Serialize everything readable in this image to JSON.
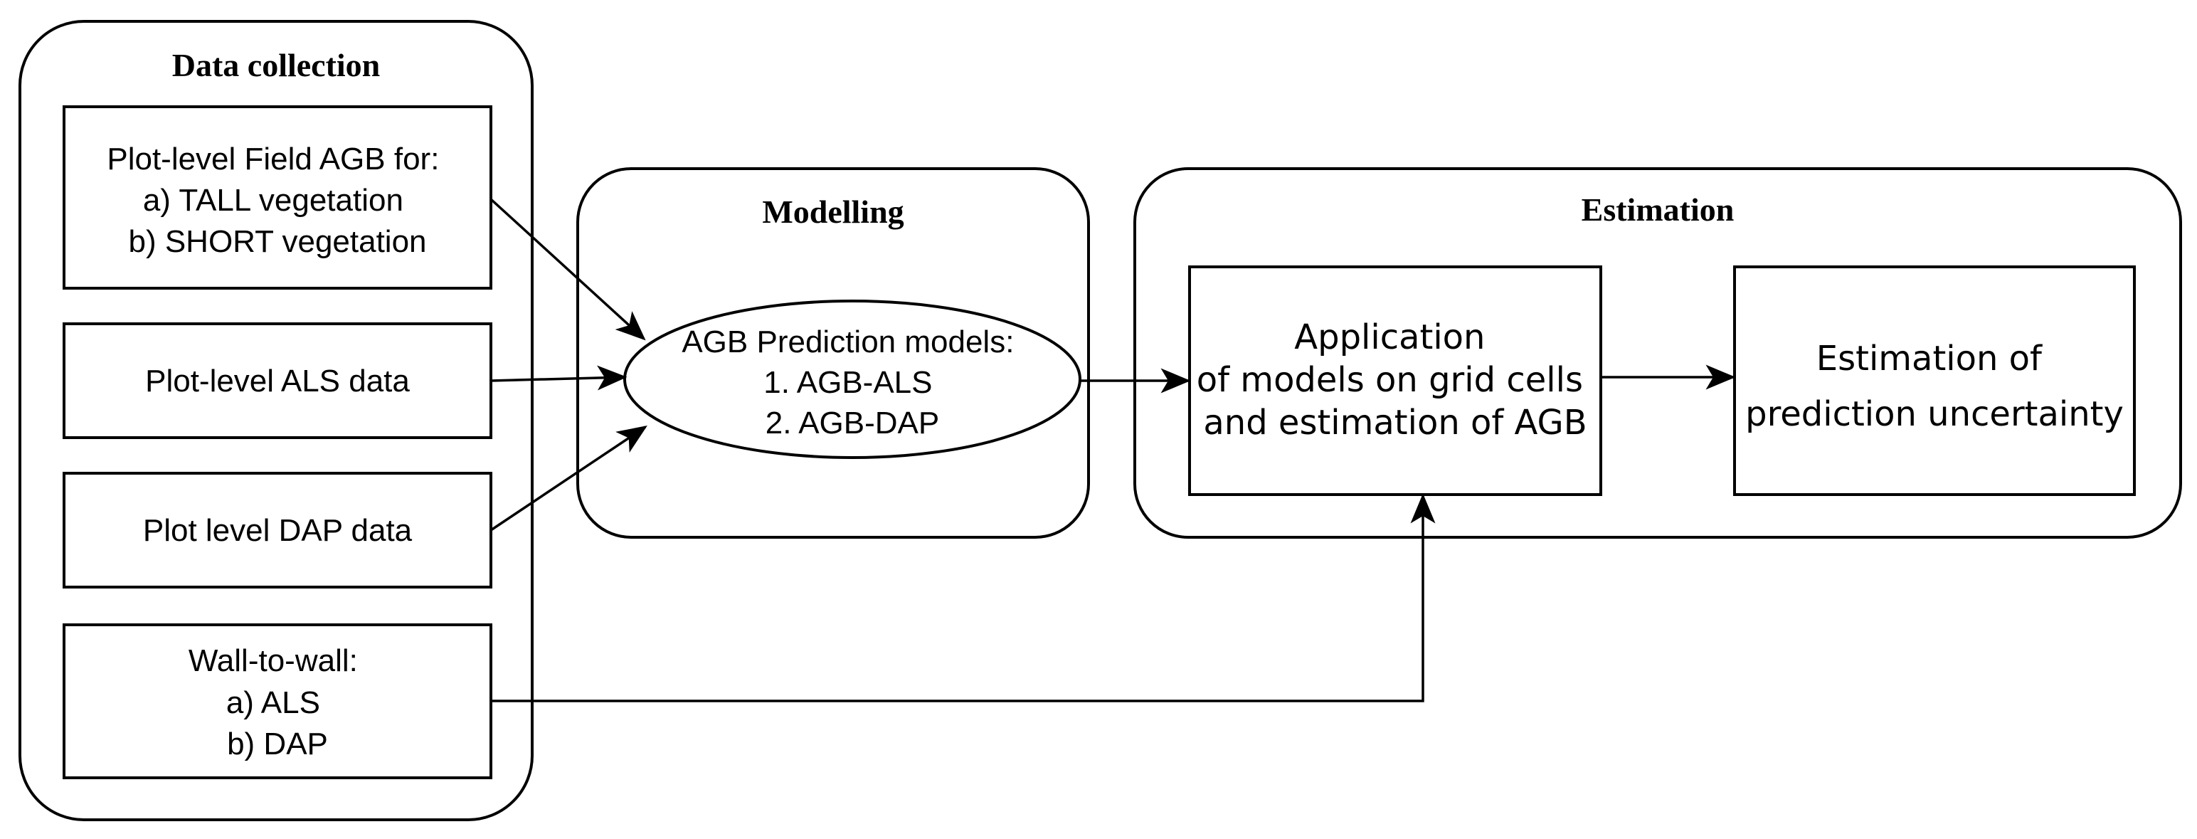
{
  "groups": {
    "data_collection": {
      "title": "Data collection"
    },
    "modelling": {
      "title": "Modelling"
    },
    "estimation": {
      "title": "Estimation"
    }
  },
  "boxes": {
    "field_agb": [
      "Plot-level Field AGB for:",
      "a) TALL vegetation",
      "b) SHORT vegetation"
    ],
    "als_data": [
      "Plot-level ALS data"
    ],
    "dap_data": [
      "Plot level DAP data"
    ],
    "wall_to_wall": [
      "Wall-to-wall:",
      "a) ALS",
      "b) DAP"
    ],
    "prediction_models": [
      "AGB Prediction models:",
      "1. AGB-ALS",
      "2. AGB-DAP"
    ],
    "application": [
      "Application",
      "of models on grid cells",
      "and estimation of AGB"
    ],
    "uncertainty": [
      "Estimation of",
      "prediction uncertainty"
    ]
  },
  "edges": [
    {
      "from": "field_agb",
      "to": "prediction_models"
    },
    {
      "from": "als_data",
      "to": "prediction_models"
    },
    {
      "from": "dap_data",
      "to": "prediction_models"
    },
    {
      "from": "prediction_models",
      "to": "application"
    },
    {
      "from": "application",
      "to": "uncertainty"
    },
    {
      "from": "wall_to_wall",
      "to": "application"
    }
  ],
  "colors": {
    "stroke": "#000000",
    "fill": "#ffffff",
    "text": "#000000"
  }
}
